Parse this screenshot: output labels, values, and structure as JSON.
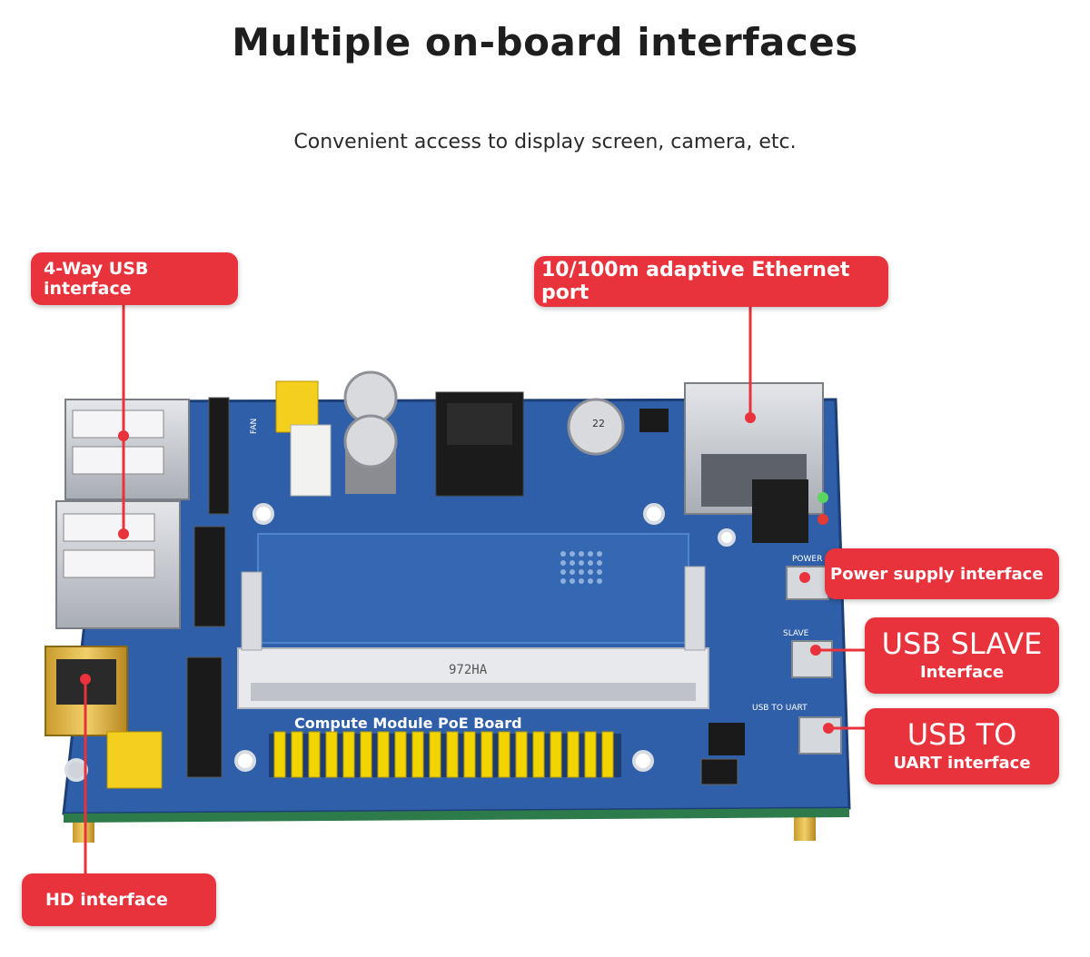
{
  "heading": {
    "title": "Multiple on-board interfaces",
    "subtitle": "Convenient access to display screen, camera, etc."
  },
  "callouts": {
    "usb4": "4-Way USB interface",
    "ethernet": "10/100m adaptive Ethernet port",
    "power": "Power supply interface",
    "usb_slave_line1": "USB SLAVE",
    "usb_slave_line2": "Interface",
    "usb_uart_line1": "USB TO",
    "usb_uart_line2": "UART interface",
    "hd": "HD interface"
  },
  "board_text": {
    "socket_label": "972HA",
    "module_label": "Compute Module PoE Board",
    "slave_label": "SLAVE",
    "uart_label": "USB TO UART",
    "power_label": "POWER",
    "fan_label": "FAN",
    "cap_label": "22"
  },
  "colors": {
    "accent": "#e8323c",
    "pcb": "#2f5fa8",
    "header_pins": "#f2d400"
  }
}
